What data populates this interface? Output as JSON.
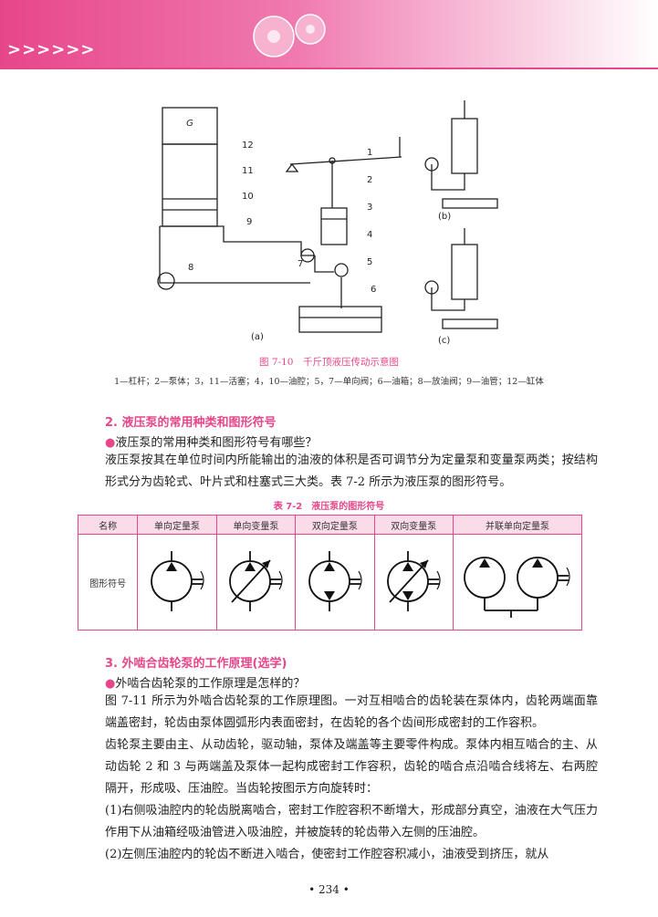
{
  "header": {
    "chevrons": ">>>>>>"
  },
  "figure": {
    "labels": [
      "G",
      "12",
      "11",
      "10",
      "9",
      "1",
      "2",
      "3",
      "4",
      "8",
      "7",
      "5",
      "6",
      "(a)",
      "(b)",
      "(c)"
    ],
    "caption": "图 7-10　千斤顶液压传动示意图",
    "legend": "1—杠杆；2—泵体；3，11—活塞；4，10—油腔；5，7—单向阀；6—油箱；8—放油阀；9—油管；12—缸体"
  },
  "section2": {
    "title": "2. 液压泵的常用种类和图形符号",
    "question": "液压泵的常用种类和图形符号有哪些？",
    "p1": "液压泵按其在单位时间内所能输出的油液的体积是否可调节分为定量泵和变量泵两类；按结构形式分为齿轮式、叶片式和柱塞式三大类。表 7-2 所示为液压泵的图形符号。"
  },
  "table": {
    "caption": "表 7-2　液压泵的图形符号",
    "headers": [
      "名称",
      "单向定量泵",
      "单向变量泵",
      "双向定量泵",
      "双向变量泵",
      "并联单向定量泵"
    ],
    "row_label": "图形符号"
  },
  "section3": {
    "title": "3. 外啮合齿轮泵的工作原理(选学)",
    "question": "外啮合齿轮泵的工作原理是怎样的？",
    "p1": "图 7-11 所示为外啮合齿轮泵的工作原理图。一对互相啮合的齿轮装在泵体内，齿轮两端面靠端盖密封，轮齿由泵体圆弧形内表面密封，在齿轮的各个齿间形成密封的工作容积。",
    "p2": "齿轮泵主要由主、从动齿轮，驱动轴，泵体及端盖等主要零件构成。泵体内相互啮合的主、从动齿轮 2 和 3 与两端盖及泵体一起构成密封工作容积，齿轮的啮合点沿啮合线将左、右两腔隔开，形成吸、压油腔。当齿轮按图示方向旋转时：",
    "p3": "(1)右侧吸油腔内的轮齿脱离啮合，密封工作腔容积不断增大，形成部分真空，油液在大气压力作用下从油箱经吸油管进入吸油腔，并被旋转的轮齿带入左侧的压油腔。",
    "p4": "(2)左侧压油腔内的轮齿不断进入啮合，使密封工作腔容积减小，油液受到挤压，就从"
  },
  "page_number": "• 234 •",
  "colors": {
    "accent": "#e7468a",
    "table_header_bg": "#fadbe8"
  }
}
